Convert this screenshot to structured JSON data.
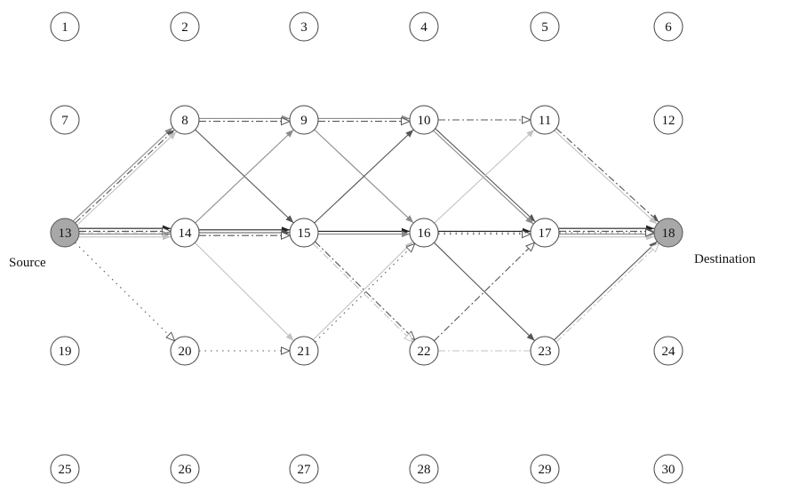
{
  "labels": {
    "source": "Source",
    "destination": "Destination"
  },
  "colors": {
    "black": "#222222",
    "dark": "#555555",
    "mid": "#8a8a8a",
    "light": "#c2c2c2",
    "endpoint_fill": "#a8a8a8"
  },
  "nodes": [
    {
      "id": 1,
      "label": "1"
    },
    {
      "id": 2,
      "label": "2"
    },
    {
      "id": 3,
      "label": "3"
    },
    {
      "id": 4,
      "label": "4"
    },
    {
      "id": 5,
      "label": "5"
    },
    {
      "id": 6,
      "label": "6"
    },
    {
      "id": 7,
      "label": "7"
    },
    {
      "id": 8,
      "label": "8"
    },
    {
      "id": 9,
      "label": "9"
    },
    {
      "id": 10,
      "label": "10"
    },
    {
      "id": 11,
      "label": "11"
    },
    {
      "id": 12,
      "label": "12"
    },
    {
      "id": 13,
      "label": "13",
      "role": "source"
    },
    {
      "id": 14,
      "label": "14"
    },
    {
      "id": 15,
      "label": "15"
    },
    {
      "id": 16,
      "label": "16"
    },
    {
      "id": 17,
      "label": "17"
    },
    {
      "id": 18,
      "label": "18",
      "role": "destination"
    },
    {
      "id": 19,
      "label": "19"
    },
    {
      "id": 20,
      "label": "20"
    },
    {
      "id": 21,
      "label": "21"
    },
    {
      "id": 22,
      "label": "22"
    },
    {
      "id": 23,
      "label": "23"
    },
    {
      "id": 24,
      "label": "24"
    },
    {
      "id": 25,
      "label": "25"
    },
    {
      "id": 26,
      "label": "26"
    },
    {
      "id": 27,
      "label": "27"
    },
    {
      "id": 28,
      "label": "28"
    },
    {
      "id": 29,
      "label": "29"
    },
    {
      "id": 30,
      "label": "30"
    }
  ],
  "edges": [
    {
      "from": 13,
      "to": 8,
      "color": "mid",
      "style": "solid",
      "head": "filled"
    },
    {
      "from": 13,
      "to": 8,
      "color": "dark",
      "style": "dashdot",
      "head": "filled"
    },
    {
      "from": 13,
      "to": 8,
      "color": "light",
      "style": "solid",
      "head": "filled"
    },
    {
      "from": 13,
      "to": 14,
      "color": "black",
      "style": "solid",
      "head": "filled"
    },
    {
      "from": 13,
      "to": 14,
      "color": "dark",
      "style": "dashdot",
      "head": "open"
    },
    {
      "from": 13,
      "to": 14,
      "color": "mid",
      "style": "solid",
      "head": "filled"
    },
    {
      "from": 13,
      "to": 14,
      "color": "light",
      "style": "solid",
      "head": "filled"
    },
    {
      "from": 13,
      "to": 15,
      "color": "light",
      "style": "dashed",
      "head": "open"
    },
    {
      "from": 13,
      "to": 20,
      "color": "dark",
      "style": "dotted",
      "head": "open"
    },
    {
      "from": 8,
      "to": 9,
      "color": "mid",
      "style": "solid",
      "head": "filled"
    },
    {
      "from": 8,
      "to": 9,
      "color": "dark",
      "style": "dashdot",
      "head": "open"
    },
    {
      "from": 8,
      "to": 15,
      "color": "dark",
      "style": "solid",
      "head": "filled"
    },
    {
      "from": 9,
      "to": 10,
      "color": "mid",
      "style": "solid",
      "head": "filled"
    },
    {
      "from": 9,
      "to": 10,
      "color": "dark",
      "style": "dashdot",
      "head": "open"
    },
    {
      "from": 9,
      "to": 16,
      "color": "mid",
      "style": "solid",
      "head": "filled"
    },
    {
      "from": 10,
      "to": 11,
      "color": "dark",
      "style": "dashdot",
      "head": "open"
    },
    {
      "from": 10,
      "to": 17,
      "color": "dark",
      "style": "solid",
      "head": "filled"
    },
    {
      "from": 10,
      "to": 17,
      "color": "mid",
      "style": "solid",
      "head": "filled"
    },
    {
      "from": 11,
      "to": 18,
      "color": "dark",
      "style": "dashdot",
      "head": "filled"
    },
    {
      "from": 11,
      "to": 18,
      "color": "light",
      "style": "solid",
      "head": "filled"
    },
    {
      "from": 14,
      "to": 9,
      "color": "mid",
      "style": "solid",
      "head": "filled"
    },
    {
      "from": 14,
      "to": 15,
      "color": "black",
      "style": "solid",
      "head": "filled"
    },
    {
      "from": 14,
      "to": 15,
      "color": "dark",
      "style": "solid",
      "head": "filled"
    },
    {
      "from": 14,
      "to": 15,
      "color": "dark",
      "style": "dashdot",
      "head": "open"
    },
    {
      "from": 14,
      "to": 21,
      "color": "light",
      "style": "solid",
      "head": "filled"
    },
    {
      "from": 15,
      "to": 10,
      "color": "dark",
      "style": "solid",
      "head": "filled"
    },
    {
      "from": 15,
      "to": 16,
      "color": "black",
      "style": "solid",
      "head": "filled"
    },
    {
      "from": 15,
      "to": 16,
      "color": "mid",
      "style": "solid",
      "head": "filled"
    },
    {
      "from": 15,
      "to": 22,
      "color": "dark",
      "style": "dashdot",
      "head": "open"
    },
    {
      "from": 15,
      "to": 22,
      "color": "light",
      "style": "dashdot",
      "head": "open"
    },
    {
      "from": 16,
      "to": 11,
      "color": "light",
      "style": "solid",
      "head": "filled"
    },
    {
      "from": 16,
      "to": 17,
      "color": "black",
      "style": "solid",
      "head": "filled"
    },
    {
      "from": 16,
      "to": 17,
      "color": "dark",
      "style": "dotted",
      "head": "open"
    },
    {
      "from": 16,
      "to": 23,
      "color": "dark",
      "style": "solid",
      "head": "filled"
    },
    {
      "from": 17,
      "to": 18,
      "color": "black",
      "style": "solid",
      "head": "filled"
    },
    {
      "from": 17,
      "to": 18,
      "color": "dark",
      "style": "dashdot",
      "head": "filled"
    },
    {
      "from": 17,
      "to": 18,
      "color": "mid",
      "style": "solid",
      "head": "filled"
    },
    {
      "from": 17,
      "to": 18,
      "color": "light",
      "style": "solid",
      "head": "filled"
    },
    {
      "from": 20,
      "to": 21,
      "color": "dark",
      "style": "dotted",
      "head": "open"
    },
    {
      "from": 21,
      "to": 16,
      "color": "light",
      "style": "solid",
      "head": "filled"
    },
    {
      "from": 21,
      "to": 16,
      "color": "dark",
      "style": "dotted",
      "head": "open"
    },
    {
      "from": 22,
      "to": 17,
      "color": "dark",
      "style": "dashdot",
      "head": "open"
    },
    {
      "from": 22,
      "to": 23,
      "color": "light",
      "style": "dashdot",
      "head": "none"
    },
    {
      "from": 23,
      "to": 18,
      "color": "dark",
      "style": "solid",
      "head": "filled"
    },
    {
      "from": 23,
      "to": 18,
      "color": "light",
      "style": "dashdot",
      "head": "open"
    },
    {
      "from": 16,
      "to": 18,
      "color": "dark",
      "style": "dotted",
      "head": "open"
    }
  ]
}
